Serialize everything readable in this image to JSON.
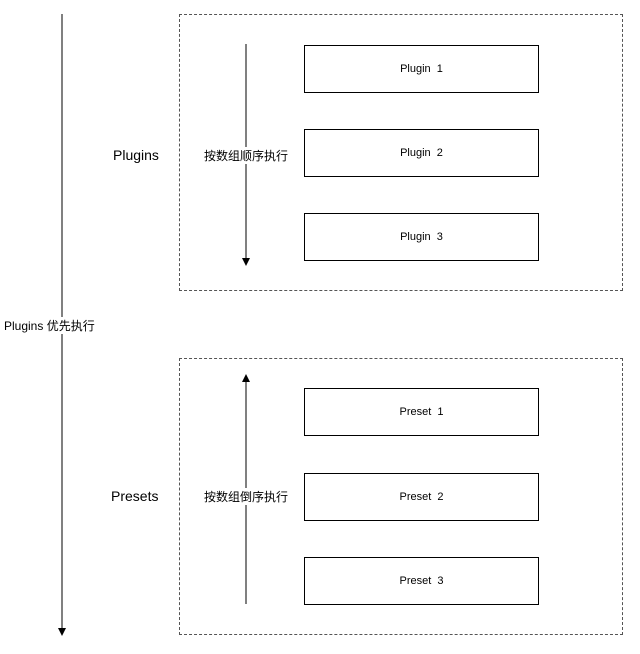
{
  "main_label": "Plugins 优先执行",
  "groups": [
    {
      "title": "Plugins",
      "order_label": "按数组顺序执行",
      "items": [
        "Plugin  1",
        "Plugin  2",
        "Plugin  3"
      ]
    },
    {
      "title": "Presets",
      "order_label": "按数组倒序执行",
      "items": [
        "Preset  1",
        "Preset  2",
        "Preset  3"
      ]
    }
  ]
}
